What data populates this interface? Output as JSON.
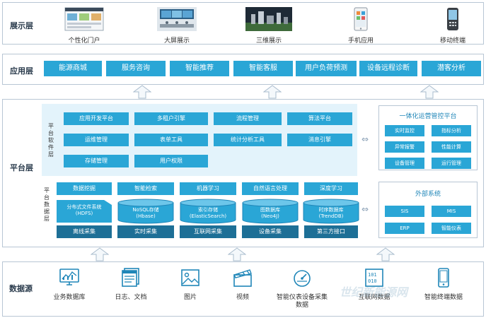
{
  "colors": {
    "accent": "#2aa6d6",
    "dark": "#1d6f96",
    "panel": "#e3f3fb",
    "border": "#b8c6d4"
  },
  "presentation": {
    "label": "展示层",
    "items": [
      {
        "label": "个性化门户",
        "icon": "portal-screenshot-icon"
      },
      {
        "label": "大屏展示",
        "icon": "control-room-icon"
      },
      {
        "label": "三维展示",
        "icon": "3d-scene-icon"
      },
      {
        "label": "手机应用",
        "icon": "mobile-app-icon"
      },
      {
        "label": "移动终端",
        "icon": "handheld-terminal-icon"
      }
    ]
  },
  "application": {
    "label": "应用层",
    "items": [
      "能源商城",
      "服务咨询",
      "智能推荐",
      "智能客服",
      "用户负荷预测",
      "设备远程诊断",
      "潜客分析"
    ]
  },
  "platform": {
    "label": "平台层",
    "software_label": "平台软件层",
    "software_items": [
      "应用开发平台",
      "多租户引擎",
      "流程管理",
      "算法平台",
      "运维管理",
      "表单工具",
      "统计分析工具",
      "消息引擎",
      "存储管理",
      "用户权限"
    ],
    "data_label": "平台数据层",
    "data_top": [
      "数据挖掘",
      "智能检索",
      "机器学习",
      "自然语言处理",
      "深度学习"
    ],
    "storage": [
      {
        "name": "分布式文件系统",
        "sub": "(HDFS)"
      },
      {
        "name": "NoSQL存储",
        "sub": "(Hbase)"
      },
      {
        "name": "索引存储",
        "sub": "(ElasticSearch)"
      },
      {
        "name": "图数据库",
        "sub": "(Neo4J)"
      },
      {
        "name": "时序数据库",
        "sub": "(TrendDB)"
      }
    ],
    "collect": [
      "离线采集",
      "实时采集",
      "互联网采集",
      "设备采集",
      "第三方接口"
    ],
    "ops": {
      "title": "一体化运营管控平台",
      "items": [
        "实时监控",
        "指标分析",
        "异常报警",
        "性能计算",
        "设备管理",
        "运行管理"
      ]
    },
    "external": {
      "title": "外部系统",
      "items": [
        "SIS",
        "MIS",
        "ERP",
        "智能仪表"
      ]
    }
  },
  "data_source": {
    "label": "数据源",
    "items": [
      {
        "label": "业务数据库",
        "icon": "dashboard-monitor-icon"
      },
      {
        "label": "日志、文档",
        "icon": "document-window-icon"
      },
      {
        "label": "图片",
        "icon": "image-icon"
      },
      {
        "label": "视频",
        "icon": "video-clapper-icon"
      },
      {
        "label": "智能仪表设备采集数据",
        "icon": "gauge-meter-icon"
      },
      {
        "label": "互联网数据",
        "icon": "binary-data-icon"
      },
      {
        "label": "智能终端数据",
        "icon": "smart-terminal-icon"
      }
    ]
  },
  "watermark": "世纪新能源网"
}
